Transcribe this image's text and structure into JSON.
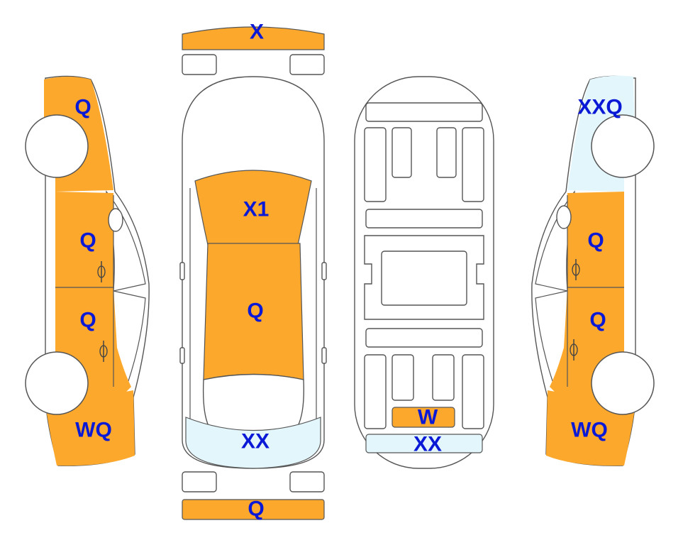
{
  "colors": {
    "damage": "#FBA82D",
    "light": "#E3F6FC",
    "label": "#0A19D6"
  },
  "labels": {
    "front_bumper": "X",
    "rear_bumper": "Q",
    "hood": "X1",
    "roof": "Q",
    "trunk": "XX",
    "under_w": "W",
    "under_xx": "XX",
    "left_front_fender": "Q",
    "left_front_door": "Q",
    "left_rear_door": "Q",
    "left_rear_quarter": "WQ",
    "right_front_fender": "XXQ",
    "right_front_door": "Q",
    "right_rear_door": "Q",
    "right_rear_quarter": "WQ"
  }
}
